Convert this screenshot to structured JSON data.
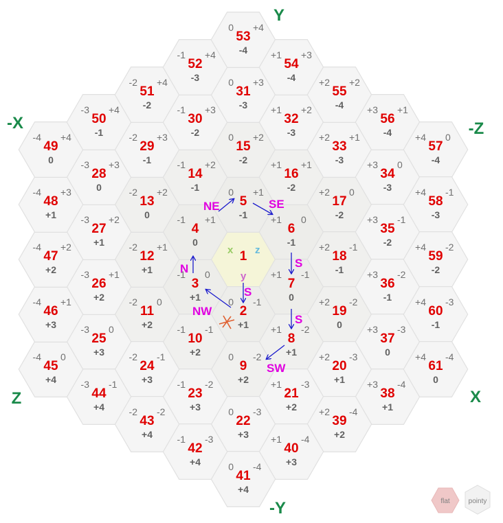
{
  "axes": {
    "y": "Y",
    "neg_y": "-Y",
    "x": "X",
    "neg_x": "-X",
    "z": "Z",
    "neg_z": "-Z"
  },
  "origin_letters": {
    "x": "x",
    "y": "y",
    "z": "z",
    "x_color": "#99cc66",
    "y_color": "#cc66cc",
    "z_color": "#66bbdd"
  },
  "directions": {
    "ne": "NE",
    "se": "SE",
    "s": "S",
    "n": "N",
    "nw": "NW",
    "sw": "SW"
  },
  "toggles": {
    "flat": "flat",
    "pointy": "pointy"
  },
  "colors": {
    "number": "#e00000",
    "axis": "#1a8a4a",
    "direction": "#e000e0",
    "arrow": "#1a1acc",
    "origin": "#f5f5d8",
    "ring1": "#ededea",
    "ring2": "#f0f0ee",
    "outer": "#f5f5f5",
    "flat_toggle": "#f0c8c8",
    "pointy_toggle": "#f2f2f2"
  },
  "cells": [
    {
      "id": "1",
      "q": 0,
      "r": 0,
      "x": "",
      "y": "",
      "z": ""
    },
    {
      "id": "2",
      "q": 0,
      "r": 1,
      "x": "0",
      "y": "+1",
      "z": "-1"
    },
    {
      "id": "3",
      "q": -1,
      "r": 1,
      "x": "-1",
      "y": "+1",
      "z": "0"
    },
    {
      "id": "4",
      "q": -1,
      "r": 0,
      "x": "-1",
      "y": "0",
      "z": "+1"
    },
    {
      "id": "5",
      "q": 0,
      "r": -1,
      "x": "0",
      "y": "-1",
      "z": "+1"
    },
    {
      "id": "6",
      "q": 1,
      "r": -1,
      "x": "+1",
      "y": "-1",
      "z": "0"
    },
    {
      "id": "7",
      "q": 1,
      "r": 0,
      "x": "+1",
      "y": "0",
      "z": "-1"
    },
    {
      "id": "8",
      "q": 1,
      "r": 1,
      "x": "+1",
      "y": "+1",
      "z": "-2"
    },
    {
      "id": "9",
      "q": 0,
      "r": 2,
      "x": "0",
      "y": "+2",
      "z": "-2"
    },
    {
      "id": "10",
      "q": -1,
      "r": 2,
      "x": "-1",
      "y": "+2",
      "z": "-1"
    },
    {
      "id": "11",
      "q": -2,
      "r": 2,
      "x": "-2",
      "y": "+2",
      "z": "0"
    },
    {
      "id": "12",
      "q": -2,
      "r": 1,
      "x": "-2",
      "y": "+1",
      "z": "+1"
    },
    {
      "id": "13",
      "q": -2,
      "r": 0,
      "x": "-2",
      "y": "0",
      "z": "+2"
    },
    {
      "id": "14",
      "q": -1,
      "r": -1,
      "x": "-1",
      "y": "-1",
      "z": "+2"
    },
    {
      "id": "15",
      "q": 0,
      "r": -2,
      "x": "0",
      "y": "-2",
      "z": "+2"
    },
    {
      "id": "16",
      "q": 1,
      "r": -2,
      "x": "+1",
      "y": "-2",
      "z": "+1"
    },
    {
      "id": "17",
      "q": 2,
      "r": -2,
      "x": "+2",
      "y": "-2",
      "z": "0"
    },
    {
      "id": "18",
      "q": 2,
      "r": -1,
      "x": "+2",
      "y": "-1",
      "z": "-1"
    },
    {
      "id": "19",
      "q": 2,
      "r": 0,
      "x": "+2",
      "y": "0",
      "z": "-2"
    },
    {
      "id": "20",
      "q": 2,
      "r": 1,
      "x": "+2",
      "y": "+1",
      "z": "-3"
    },
    {
      "id": "21",
      "q": 1,
      "r": 2,
      "x": "+1",
      "y": "+2",
      "z": "-3"
    },
    {
      "id": "22",
      "q": 0,
      "r": 3,
      "x": "0",
      "y": "+3",
      "z": "-3"
    },
    {
      "id": "23",
      "q": -1,
      "r": 3,
      "x": "-1",
      "y": "+3",
      "z": "-2"
    },
    {
      "id": "24",
      "q": -2,
      "r": 3,
      "x": "-2",
      "y": "+3",
      "z": "-1"
    },
    {
      "id": "25",
      "q": -3,
      "r": 3,
      "x": "-3",
      "y": "+3",
      "z": "0"
    },
    {
      "id": "26",
      "q": -3,
      "r": 2,
      "x": "-3",
      "y": "+2",
      "z": "+1"
    },
    {
      "id": "27",
      "q": -3,
      "r": 1,
      "x": "-3",
      "y": "+1",
      "z": "+2"
    },
    {
      "id": "28",
      "q": -3,
      "r": 0,
      "x": "-3",
      "y": "0",
      "z": "+3"
    },
    {
      "id": "29",
      "q": -2,
      "r": -1,
      "x": "-2",
      "y": "-1",
      "z": "+3"
    },
    {
      "id": "30",
      "q": -1,
      "r": -2,
      "x": "-1",
      "y": "-2",
      "z": "+3"
    },
    {
      "id": "31",
      "q": 0,
      "r": -3,
      "x": "0",
      "y": "-3",
      "z": "+3"
    },
    {
      "id": "32",
      "q": 1,
      "r": -3,
      "x": "+1",
      "y": "-3",
      "z": "+2"
    },
    {
      "id": "33",
      "q": 2,
      "r": -3,
      "x": "+2",
      "y": "-3",
      "z": "+1"
    },
    {
      "id": "34",
      "q": 3,
      "r": -3,
      "x": "+3",
      "y": "-3",
      "z": "0"
    },
    {
      "id": "35",
      "q": 3,
      "r": -2,
      "x": "+3",
      "y": "-2",
      "z": "-1"
    },
    {
      "id": "36",
      "q": 3,
      "r": -1,
      "x": "+3",
      "y": "-1",
      "z": "-2"
    },
    {
      "id": "37",
      "q": 3,
      "r": 0,
      "x": "+3",
      "y": "0",
      "z": "-3"
    },
    {
      "id": "38",
      "q": 3,
      "r": 1,
      "x": "+3",
      "y": "+1",
      "z": "-4"
    },
    {
      "id": "39",
      "q": 2,
      "r": 2,
      "x": "+2",
      "y": "+2",
      "z": "-4"
    },
    {
      "id": "40",
      "q": 1,
      "r": 3,
      "x": "+1",
      "y": "+3",
      "z": "-4"
    },
    {
      "id": "41",
      "q": 0,
      "r": 4,
      "x": "0",
      "y": "+4",
      "z": "-4"
    },
    {
      "id": "42",
      "q": -1,
      "r": 4,
      "x": "-1",
      "y": "+4",
      "z": "-3"
    },
    {
      "id": "43",
      "q": -2,
      "r": 4,
      "x": "-2",
      "y": "+4",
      "z": "-2"
    },
    {
      "id": "44",
      "q": -3,
      "r": 4,
      "x": "-3",
      "y": "+4",
      "z": "-1"
    },
    {
      "id": "45",
      "q": -4,
      "r": 4,
      "x": "-4",
      "y": "+4",
      "z": "0"
    },
    {
      "id": "46",
      "q": -4,
      "r": 3,
      "x": "-4",
      "y": "+3",
      "z": "+1"
    },
    {
      "id": "47",
      "q": -4,
      "r": 2,
      "x": "-4",
      "y": "+2",
      "z": "+2"
    },
    {
      "id": "48",
      "q": -4,
      "r": 1,
      "x": "-4",
      "y": "+1",
      "z": "+3"
    },
    {
      "id": "49",
      "q": -4,
      "r": 0,
      "x": "-4",
      "y": "0",
      "z": "+4"
    },
    {
      "id": "50",
      "q": -3,
      "r": -1,
      "x": "-3",
      "y": "-1",
      "z": "+4"
    },
    {
      "id": "51",
      "q": -2,
      "r": -2,
      "x": "-2",
      "y": "-2",
      "z": "+4"
    },
    {
      "id": "52",
      "q": -1,
      "r": -3,
      "x": "-1",
      "y": "-3",
      "z": "+4"
    },
    {
      "id": "53",
      "q": 0,
      "r": -4,
      "x": "0",
      "y": "-4",
      "z": "+4"
    },
    {
      "id": "54",
      "q": 1,
      "r": -4,
      "x": "+1",
      "y": "-4",
      "z": "+3"
    },
    {
      "id": "55",
      "q": 2,
      "r": -4,
      "x": "+2",
      "y": "-4",
      "z": "+2"
    },
    {
      "id": "56",
      "q": 3,
      "r": -4,
      "x": "+3",
      "y": "-4",
      "z": "+1"
    },
    {
      "id": "57",
      "q": 4,
      "r": -4,
      "x": "+4",
      "y": "-4",
      "z": "0"
    },
    {
      "id": "58",
      "q": 4,
      "r": -3,
      "x": "+4",
      "y": "-3",
      "z": "-1"
    },
    {
      "id": "59",
      "q": 4,
      "r": -2,
      "x": "+4",
      "y": "-2",
      "z": "-2"
    },
    {
      "id": "60",
      "q": 4,
      "r": -1,
      "x": "+4",
      "y": "-1",
      "z": "-3"
    },
    {
      "id": "61",
      "q": 4,
      "r": 0,
      "x": "+4",
      "y": "0",
      "z": "-4"
    }
  ]
}
